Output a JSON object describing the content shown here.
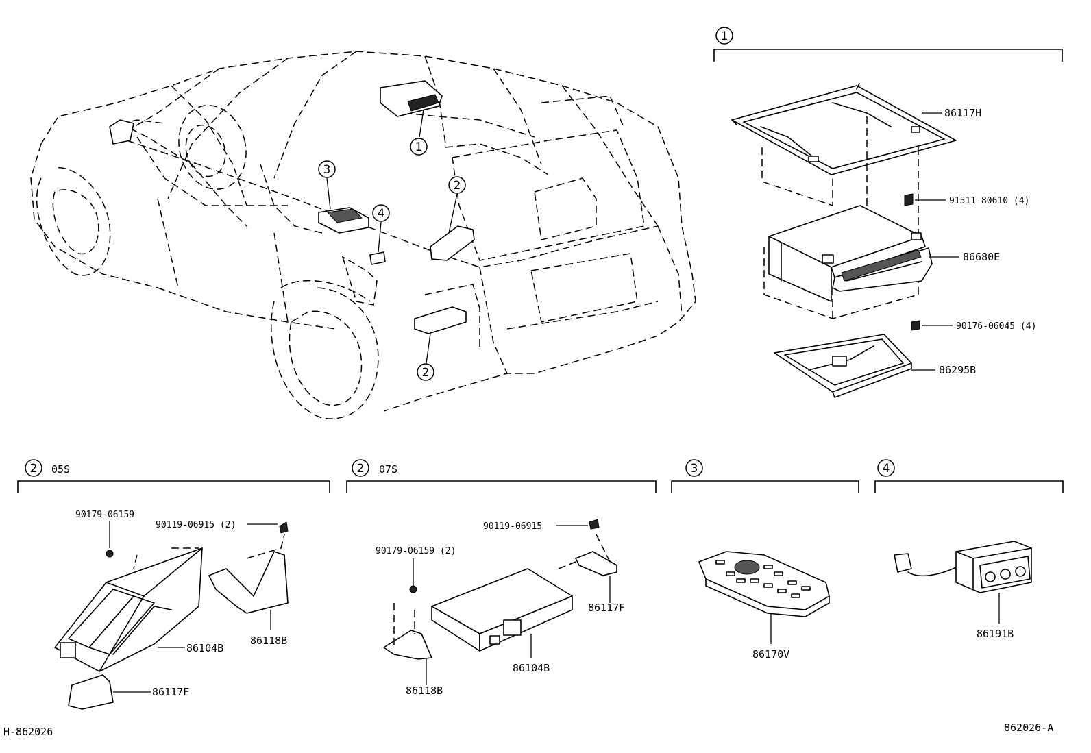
{
  "refs": {
    "one": "1",
    "two": "2",
    "three": "3",
    "four": "4"
  },
  "sections": {
    "s1": {
      "num": "1",
      "tag": ""
    },
    "s2a": {
      "num": "2",
      "tag": "05S"
    },
    "s2b": {
      "num": "2",
      "tag": "07S"
    },
    "s3": {
      "num": "3",
      "tag": ""
    },
    "s4": {
      "num": "4",
      "tag": ""
    }
  },
  "parts": {
    "p86117H": "86117H",
    "p91511": "91511-80610 (4)",
    "p86680E": "86680E",
    "p90176": "90176-06045 (4)",
    "p86295B": "86295B",
    "a90179": "90179-06159",
    "a90119": "90119-06915 (2)",
    "a86104B": "86104B",
    "a86118B": "86118B",
    "a86117F": "86117F",
    "b90119": "90119-06915",
    "b90179": "90179-06159 (2)",
    "b86117F": "86117F",
    "b86104B": "86104B",
    "b86118B": "86118B",
    "c86170V": "86170V",
    "d86191B": "86191B"
  },
  "footer": {
    "left": "H-862026",
    "right": "862026-A"
  }
}
